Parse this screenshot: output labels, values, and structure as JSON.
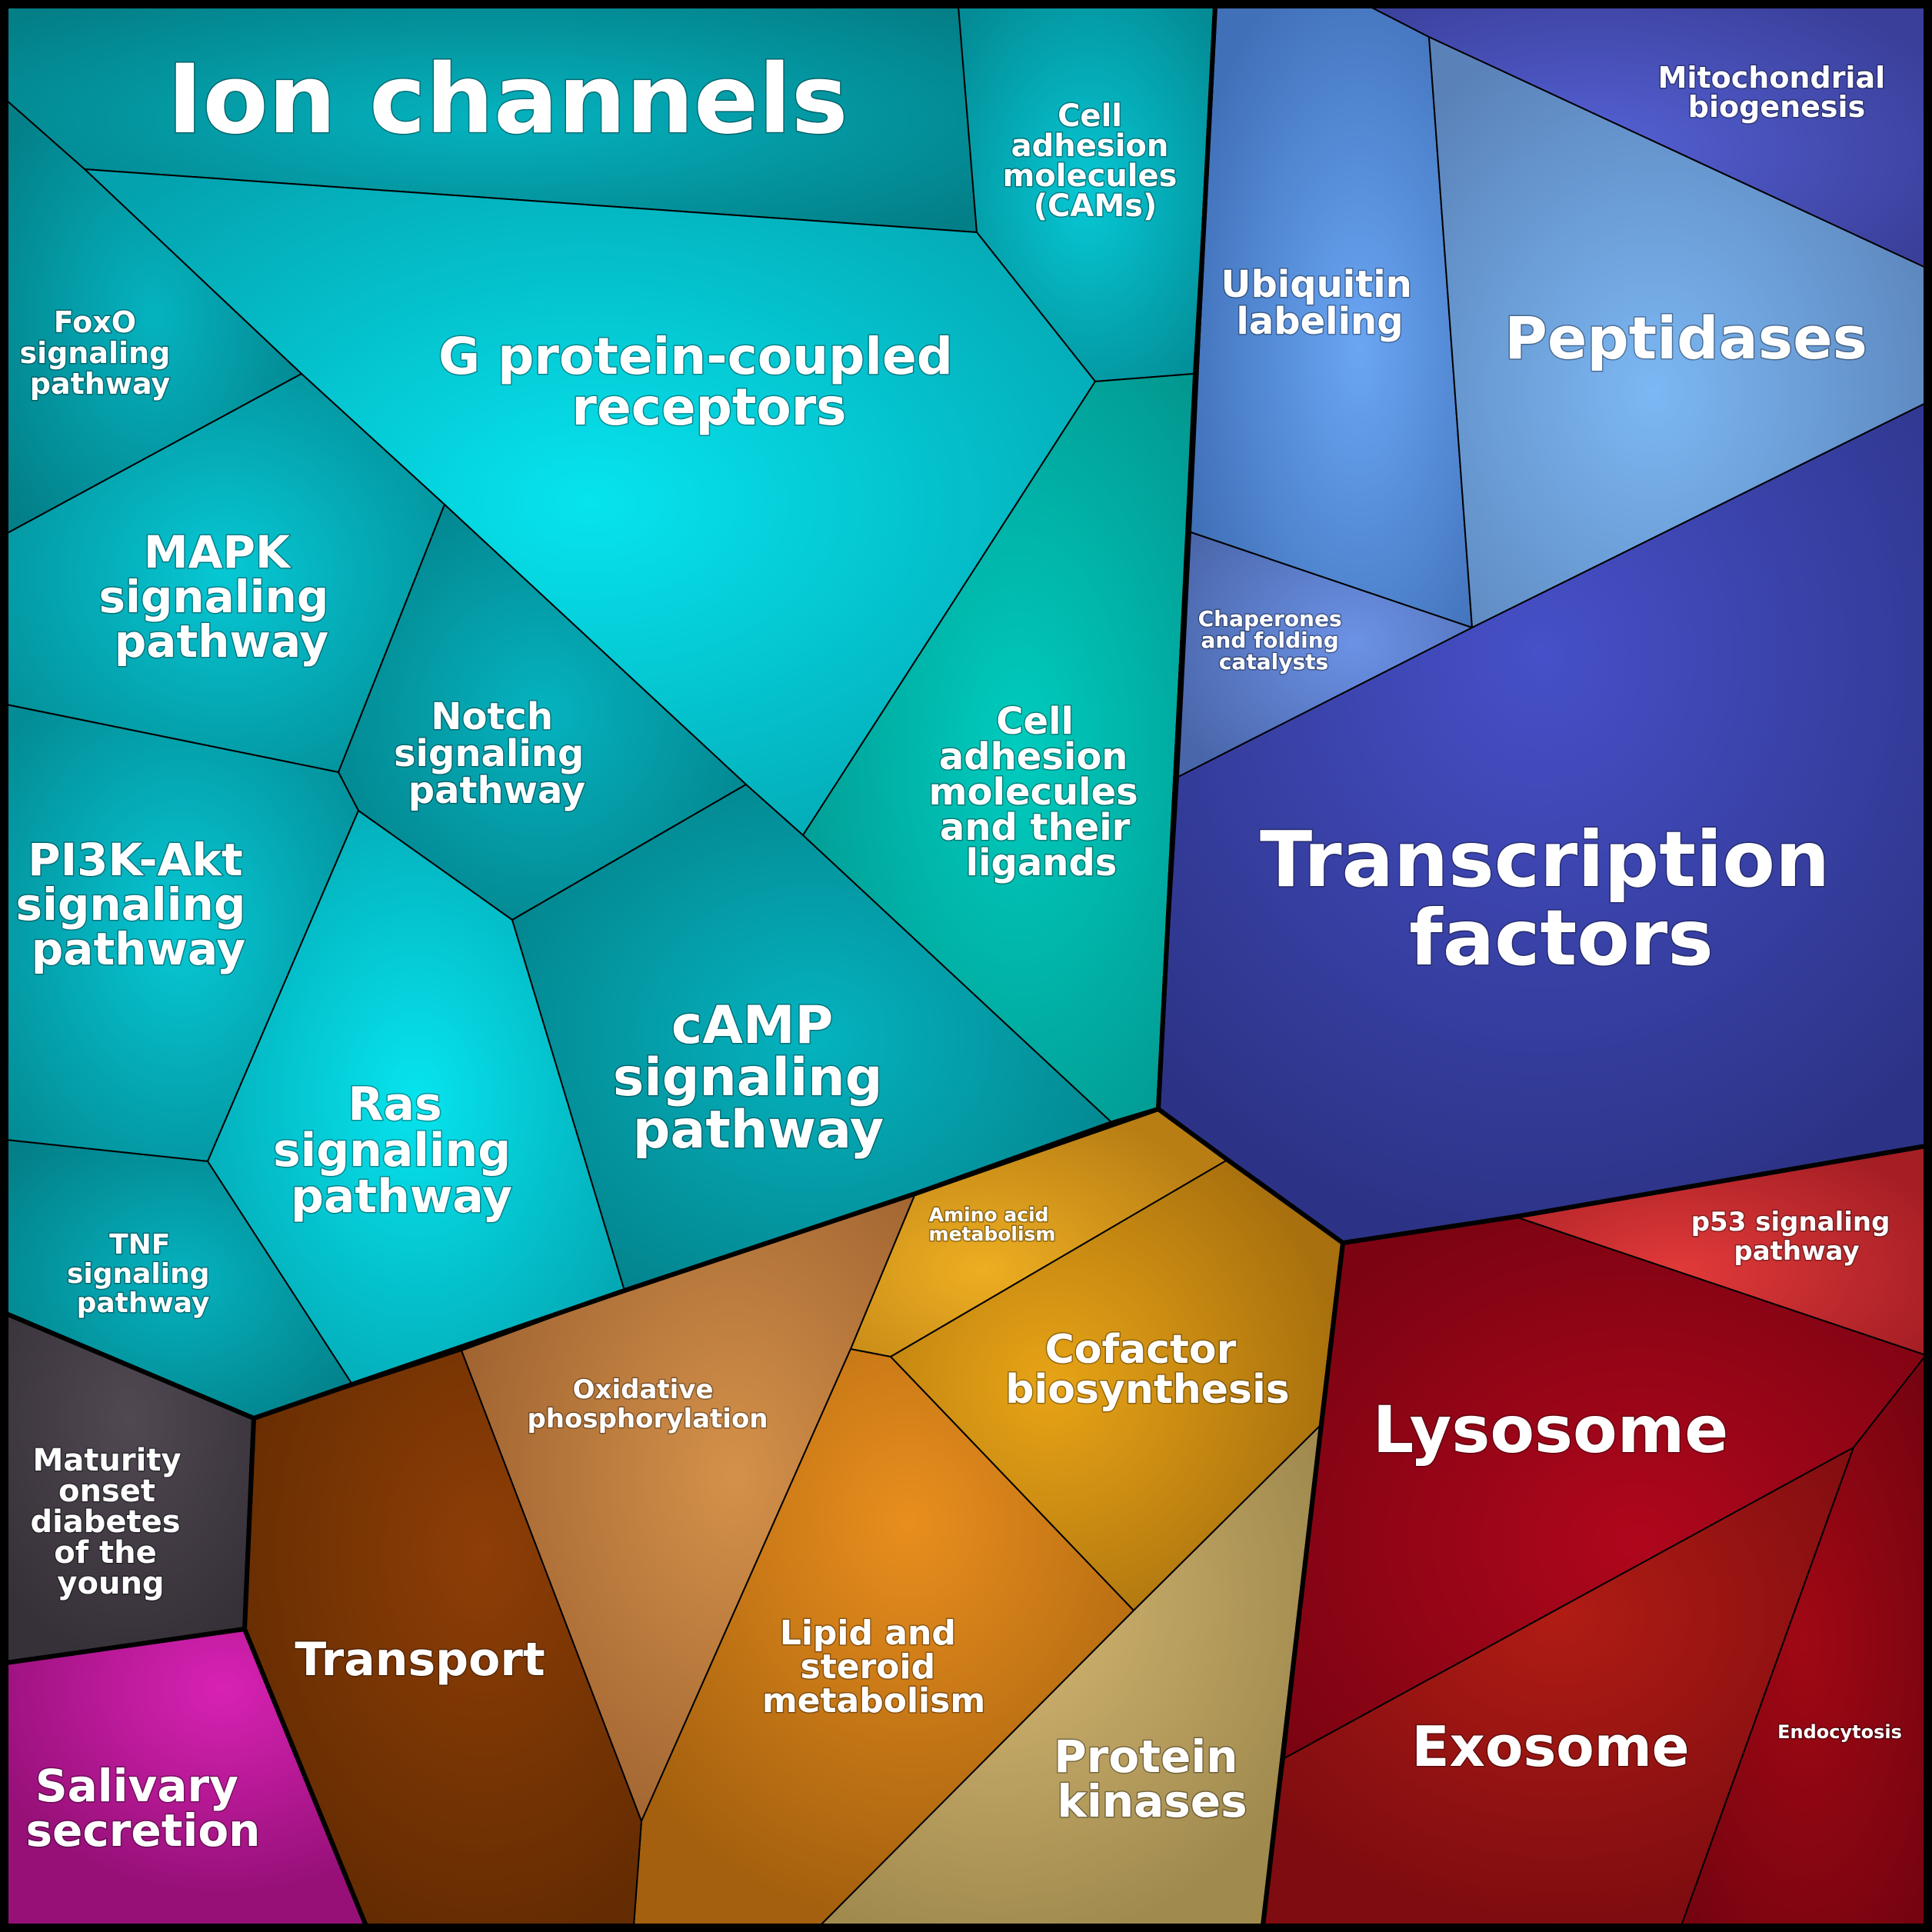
{
  "colors": {
    "teal": "#03a3b0",
    "blue": "#3a4aa8",
    "red": "#8e0814",
    "orange": "#c07a18",
    "brown": "#7a3a06",
    "magenta": "#b0168f",
    "charcoal": "#3a3440"
  },
  "cells": [
    {
      "id": "ion-channels",
      "label": "Ion channels"
    },
    {
      "id": "cams",
      "label": "Cell adhesion molecules (CAMs)"
    },
    {
      "id": "gpcr",
      "label": "G protein-coupled receptors"
    },
    {
      "id": "foxo",
      "label": "FoxO signaling pathway"
    },
    {
      "id": "mapk",
      "label": "MAPK signaling pathway"
    },
    {
      "id": "notch",
      "label": "Notch signaling pathway"
    },
    {
      "id": "cam-ligands",
      "label": "Cell adhesion molecules and their ligands"
    },
    {
      "id": "pi3k",
      "label": "PI3K-Akt signaling pathway"
    },
    {
      "id": "ras",
      "label": "Ras signaling pathway"
    },
    {
      "id": "camp",
      "label": "cAMP signaling pathway"
    },
    {
      "id": "tnf",
      "label": "TNF signaling pathway"
    },
    {
      "id": "ubiquitin",
      "label": "Ubiquitin labeling"
    },
    {
      "id": "peptidases",
      "label": "Peptidases"
    },
    {
      "id": "mito",
      "label": "Mitochondrial biogenesis"
    },
    {
      "id": "chaperones",
      "label": "Chaperones and folding catalysts"
    },
    {
      "id": "tf",
      "label": "Transcription factors"
    },
    {
      "id": "p53",
      "label": "p53 signaling pathway"
    },
    {
      "id": "lysosome",
      "label": "Lysosome"
    },
    {
      "id": "exosome",
      "label": "Exosome"
    },
    {
      "id": "endocytosis",
      "label": "Endocytosis"
    },
    {
      "id": "amino",
      "label": "Amino acid metabolism"
    },
    {
      "id": "cofactor",
      "label": "Cofactor biosynthesis"
    },
    {
      "id": "oxphos",
      "label": "Oxidative phosphorylation"
    },
    {
      "id": "lipid",
      "label": "Lipid and steroid metabolism"
    },
    {
      "id": "kinases",
      "label": "Protein kinases"
    },
    {
      "id": "transport",
      "label": "Transport"
    },
    {
      "id": "mody",
      "label": "Maturity onset diabetes of the young"
    },
    {
      "id": "salivary",
      "label": "Salivary secretion"
    }
  ]
}
